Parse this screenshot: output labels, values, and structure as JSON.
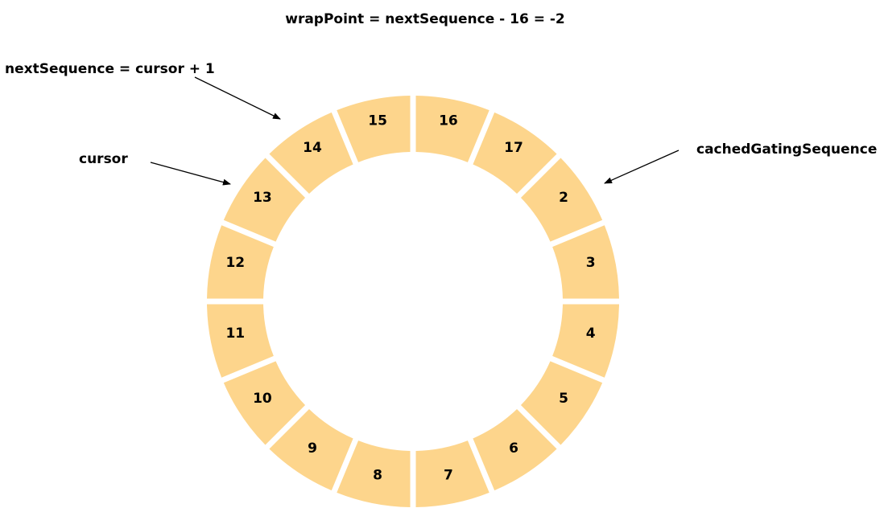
{
  "title": "wrapPoint = nextSequence - 16 = -2",
  "labels": {
    "next_sequence": "nextSequence = cursor + 1",
    "cursor": "cursor",
    "cached_gating_sequence": "cachedGatingSequence"
  },
  "ring": {
    "fill_color": "#FDD58C",
    "segments": [
      "16",
      "17",
      "2",
      "3",
      "4",
      "5",
      "6",
      "7",
      "8",
      "9",
      "10",
      "11",
      "12",
      "13",
      "14",
      "15"
    ]
  }
}
